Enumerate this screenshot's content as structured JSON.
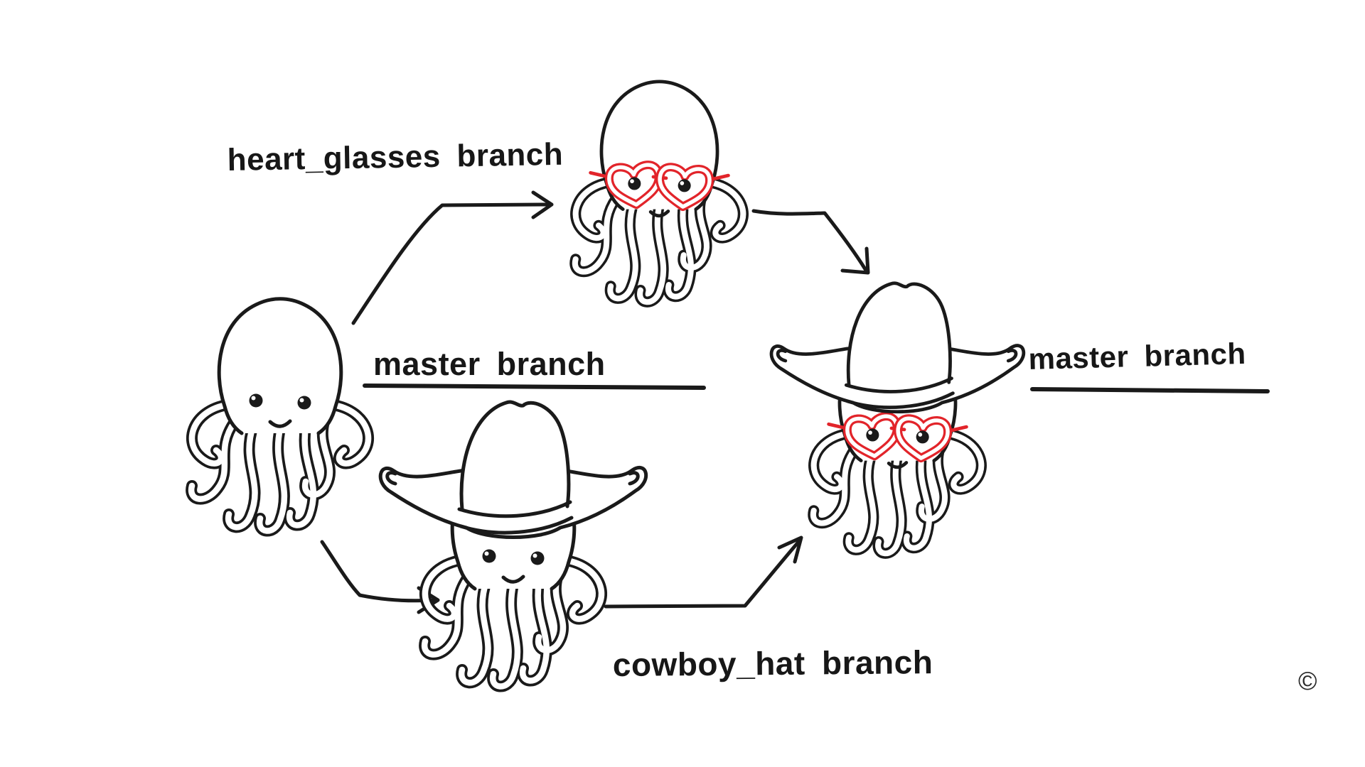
{
  "canvas": {
    "background": "#ffffff",
    "ink_color": "#1a1a1a",
    "accent_red": "#e2242a"
  },
  "labels": {
    "heart_glasses_branch": "heart_glasses branch",
    "master_branch_center": "master branch",
    "master_branch_right": "master branch",
    "cowboy_hat_branch": "cowboy_hat branch",
    "copyright_mark": "©"
  },
  "diagram": {
    "type": "git-branching-illustration",
    "nodes": [
      {
        "id": "base",
        "appearance": "plain octopus",
        "position": "left"
      },
      {
        "id": "heart_glasses",
        "appearance": "octopus wearing red heart-shaped glasses",
        "position": "top-center"
      },
      {
        "id": "cowboy_hat",
        "appearance": "octopus wearing cowboy hat",
        "position": "bottom-center"
      },
      {
        "id": "merged",
        "appearance": "octopus wearing cowboy hat and red heart-shaped glasses",
        "position": "right"
      }
    ],
    "edges": [
      {
        "from": "base",
        "to": "heart_glasses",
        "label": "heart_glasses branch",
        "style": "arrow"
      },
      {
        "from": "base",
        "to": "merged",
        "label": "master branch",
        "style": "plain-line"
      },
      {
        "from": "base",
        "to": "cowboy_hat",
        "label": "cowboy_hat branch",
        "style": "arrow"
      },
      {
        "from": "heart_glasses",
        "to": "merged",
        "label": "",
        "style": "arrow"
      },
      {
        "from": "cowboy_hat",
        "to": "merged",
        "label": "",
        "style": "arrow"
      },
      {
        "from": "merged",
        "to": "continues-right",
        "label": "master branch",
        "style": "plain-line"
      }
    ]
  }
}
